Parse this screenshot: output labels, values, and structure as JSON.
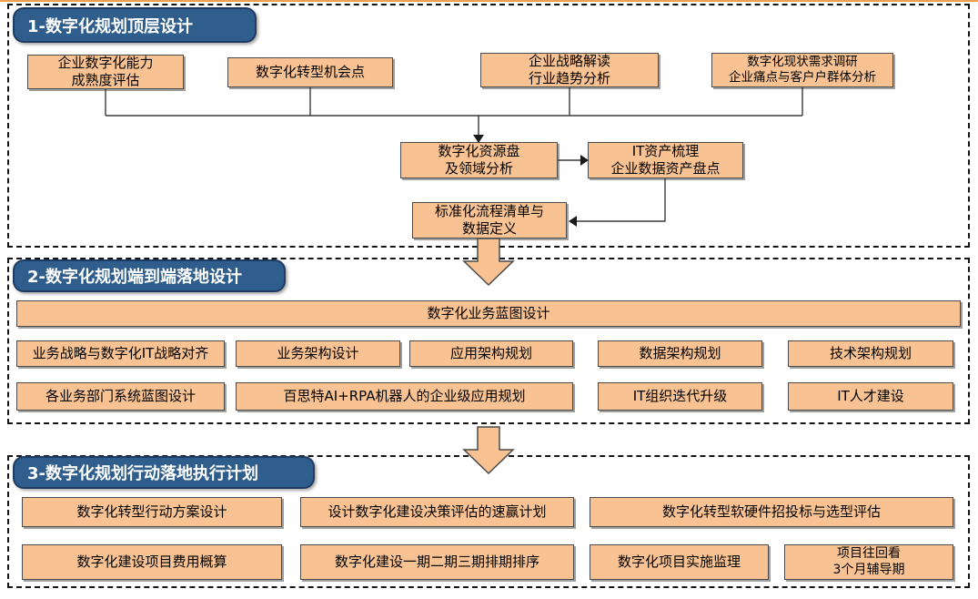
{
  "colors": {
    "top_rule": "#F2A04E",
    "dash_border": "#141414",
    "header_fill": "#2F5D8C",
    "header_border": "#1F3B63",
    "header_text": "#FFFFFF",
    "box_fill": "#F8C292",
    "box_border": "#4A4A4A",
    "line_color": "#3A3A3A"
  },
  "sections": [
    {
      "title": "1-数字化规划顶层设计",
      "boxes": [
        "企业数字化能力\n成熟度评估",
        "数字化转型机会点",
        "企业战略解读\n行业趋势分析",
        "数字化现状需求调研\n企业痛点与客户户群体分析",
        "数字化资源盘\n及领域分析",
        "IT资产梳理\n企业数据资产盘点",
        "标准化流程清单与\n数据定义"
      ]
    },
    {
      "title": "2-数字化规划端到端落地设计",
      "bar": "数字化业务蓝图设计",
      "boxes": [
        "业务战略与数字化IT战略对齐",
        "业务架构设计",
        "应用架构规划",
        "数据架构规划",
        "技术架构规划",
        "各业务部门系统蓝图设计",
        "百思特AI+RPA机器人的企业级应用规划",
        "IT组织迭代升级",
        "IT人才建设"
      ]
    },
    {
      "title": "3-数字化规划行动落地执行计划",
      "boxes": [
        "数字化转型行动方案设计",
        "设计数字化建设决策评估的速赢计划",
        "数字化转型软硬件招投标与选型评估",
        "数字化建设项目费用概算",
        "数字化建设一期二期三期排期排序",
        "数字化项目实施监理",
        "项目往回看\n3个月辅导期"
      ]
    }
  ]
}
